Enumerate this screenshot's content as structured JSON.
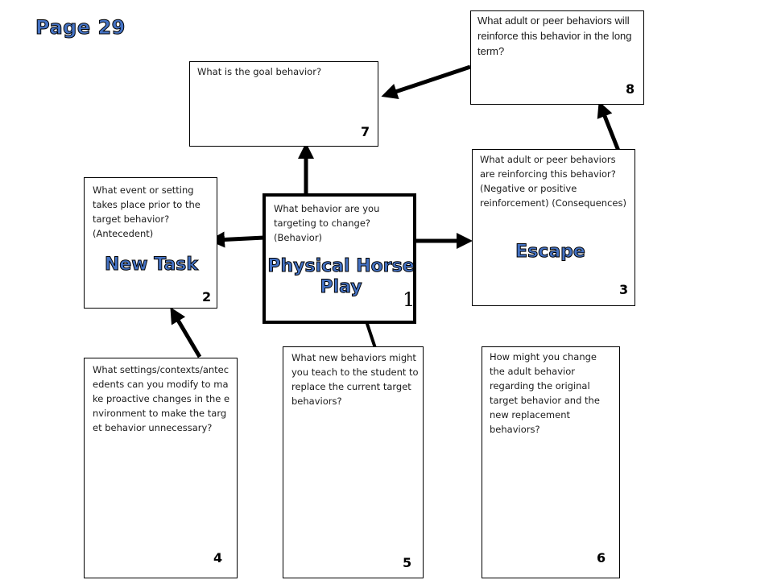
{
  "page": {
    "title": "Page 29"
  },
  "boxes": {
    "behavior": {
      "question": "What behavior are you targeting to change? (Behavior)",
      "answer": "Physical Horse Play",
      "number": "1"
    },
    "antecedent": {
      "question": "What event or setting takes place prior to the target behavior? (Antecedent)",
      "answer": "New Task",
      "number": "2"
    },
    "consequence": {
      "question": "What adult or peer behaviors are reinforcing this behavior? (Negative or positive reinforcement) (Consequences)",
      "answer": "Escape",
      "number": "3"
    },
    "setting": {
      "question": "What settings/contexts/antecedents can you modify to make proactive changes in the environment to make the target behavior unnecessary?",
      "number": "4"
    },
    "replacement": {
      "question": "What new behaviors might you teach to the student to replace the current target behaviors?",
      "number": "5"
    },
    "adult_change": {
      "question": "How might you change the adult behavior regarding the original target behavior and the new replacement behaviors?",
      "number": "6"
    },
    "goal": {
      "question": "What is the goal behavior?",
      "number": "7"
    },
    "reinforce": {
      "question": "What adult or peer behaviors will reinforce this behavior in the long term?",
      "number": "8"
    }
  },
  "colors": {
    "answer_text": "#4472c4",
    "outline": "#000000"
  }
}
